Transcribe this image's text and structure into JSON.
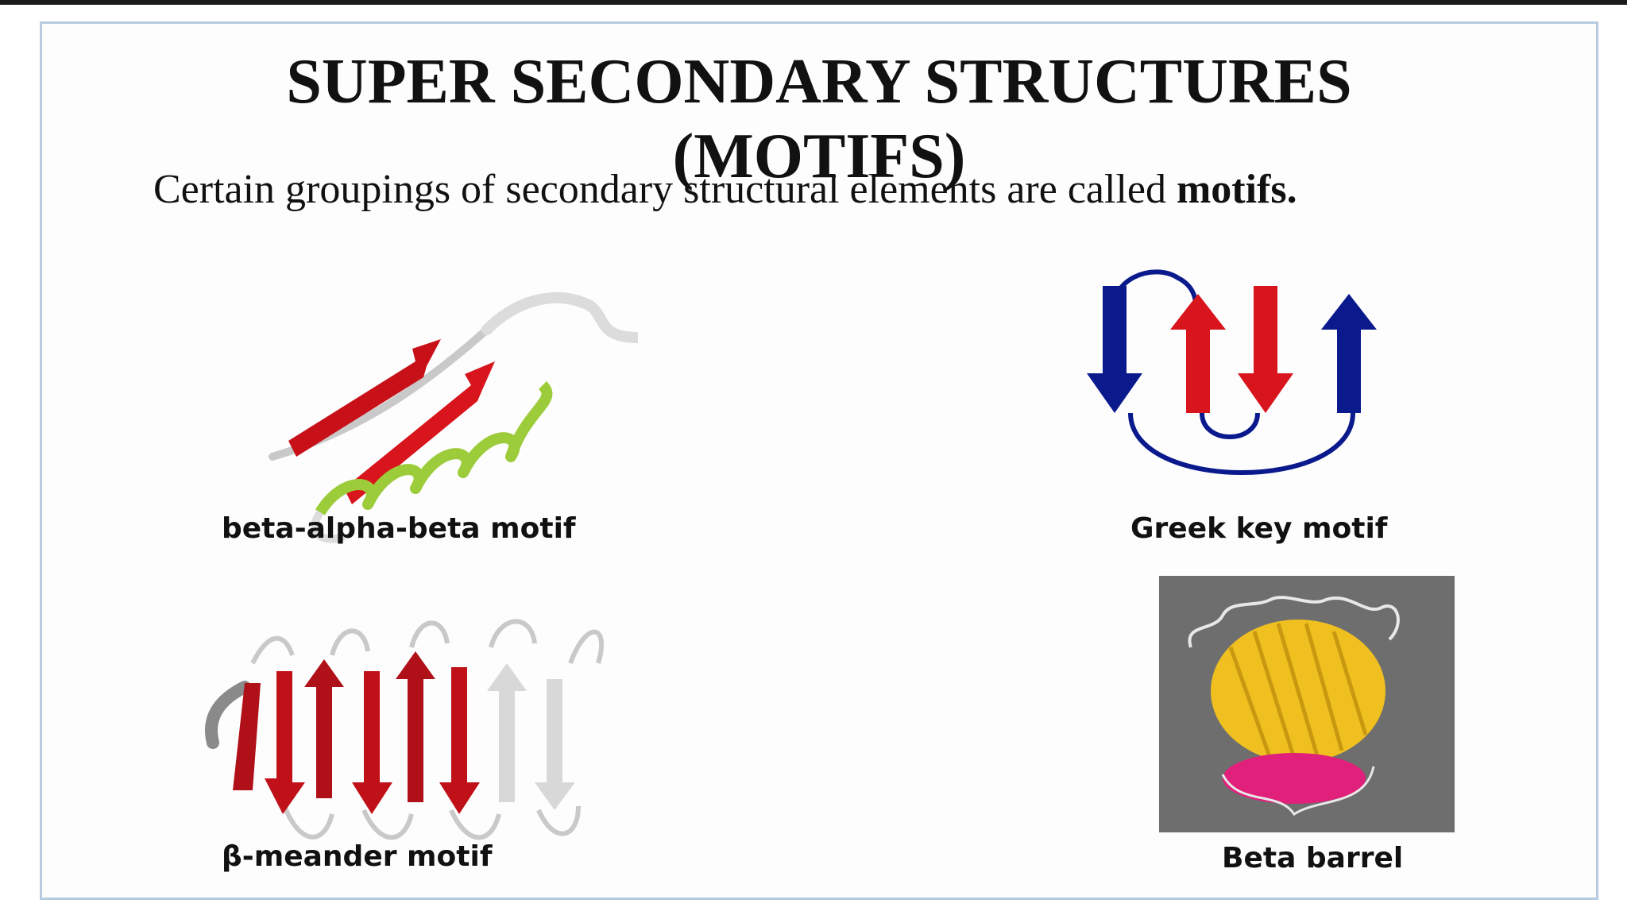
{
  "slide": {
    "title_line1": "SUPER SECONDARY STRUCTURES",
    "title_line2": "(MOTIFS)",
    "intro_text": "Certain groupings of secondary structural elements are called ",
    "intro_bold": "motifs."
  },
  "figures": {
    "bab_caption": "beta-alpha-beta motif",
    "greek_caption": "Greek key motif",
    "meander_caption": "β-meander motif",
    "barrel_caption": "Beta barrel"
  },
  "colors": {
    "strand_red": "#d8141c",
    "strand_blue": "#0a1a8c",
    "helix_green": "#9ccc3a",
    "barrel_yellow": "#f0c020",
    "barrel_pink": "#e0207a",
    "barrel_bg": "#6e6e6e",
    "frame": "#b7cbe0"
  }
}
